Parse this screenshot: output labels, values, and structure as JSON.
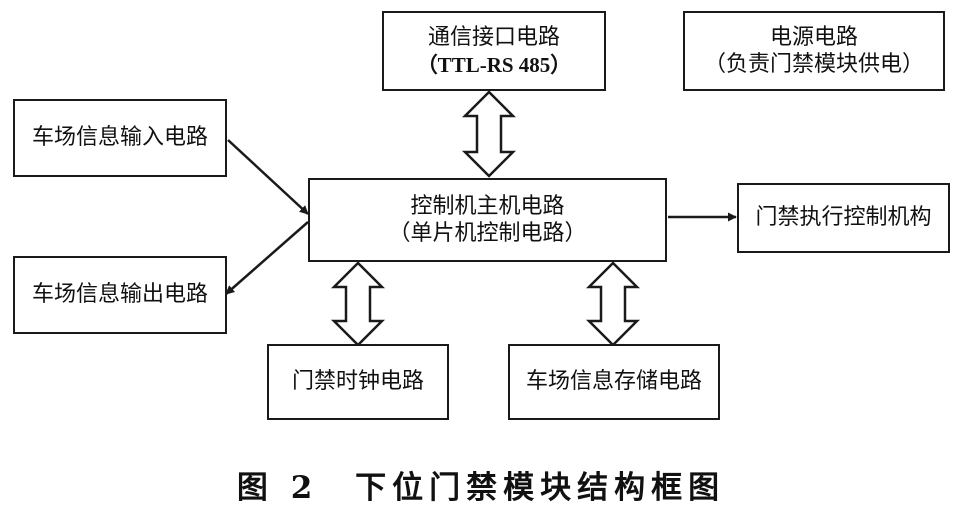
{
  "blocks": {
    "comm": {
      "line1": "通信接口电路",
      "line2": "（TTL-RS 485）"
    },
    "power": {
      "line1": "电源电路",
      "line2": "（负责门禁模块供电）"
    },
    "input": {
      "line1": "车场信息输入电路"
    },
    "output": {
      "line1": "车场信息输出电路"
    },
    "mcu": {
      "line1": "控制机主机电路",
      "line2": "（单片机控制电路）"
    },
    "actuator": {
      "line1": "门禁执行控制机构"
    },
    "clock": {
      "line1": "门禁时钟电路"
    },
    "storage": {
      "line1": "车场信息存储电路"
    }
  },
  "caption": {
    "fig": "图 2",
    "title": "下位门禁模块结构框图"
  }
}
